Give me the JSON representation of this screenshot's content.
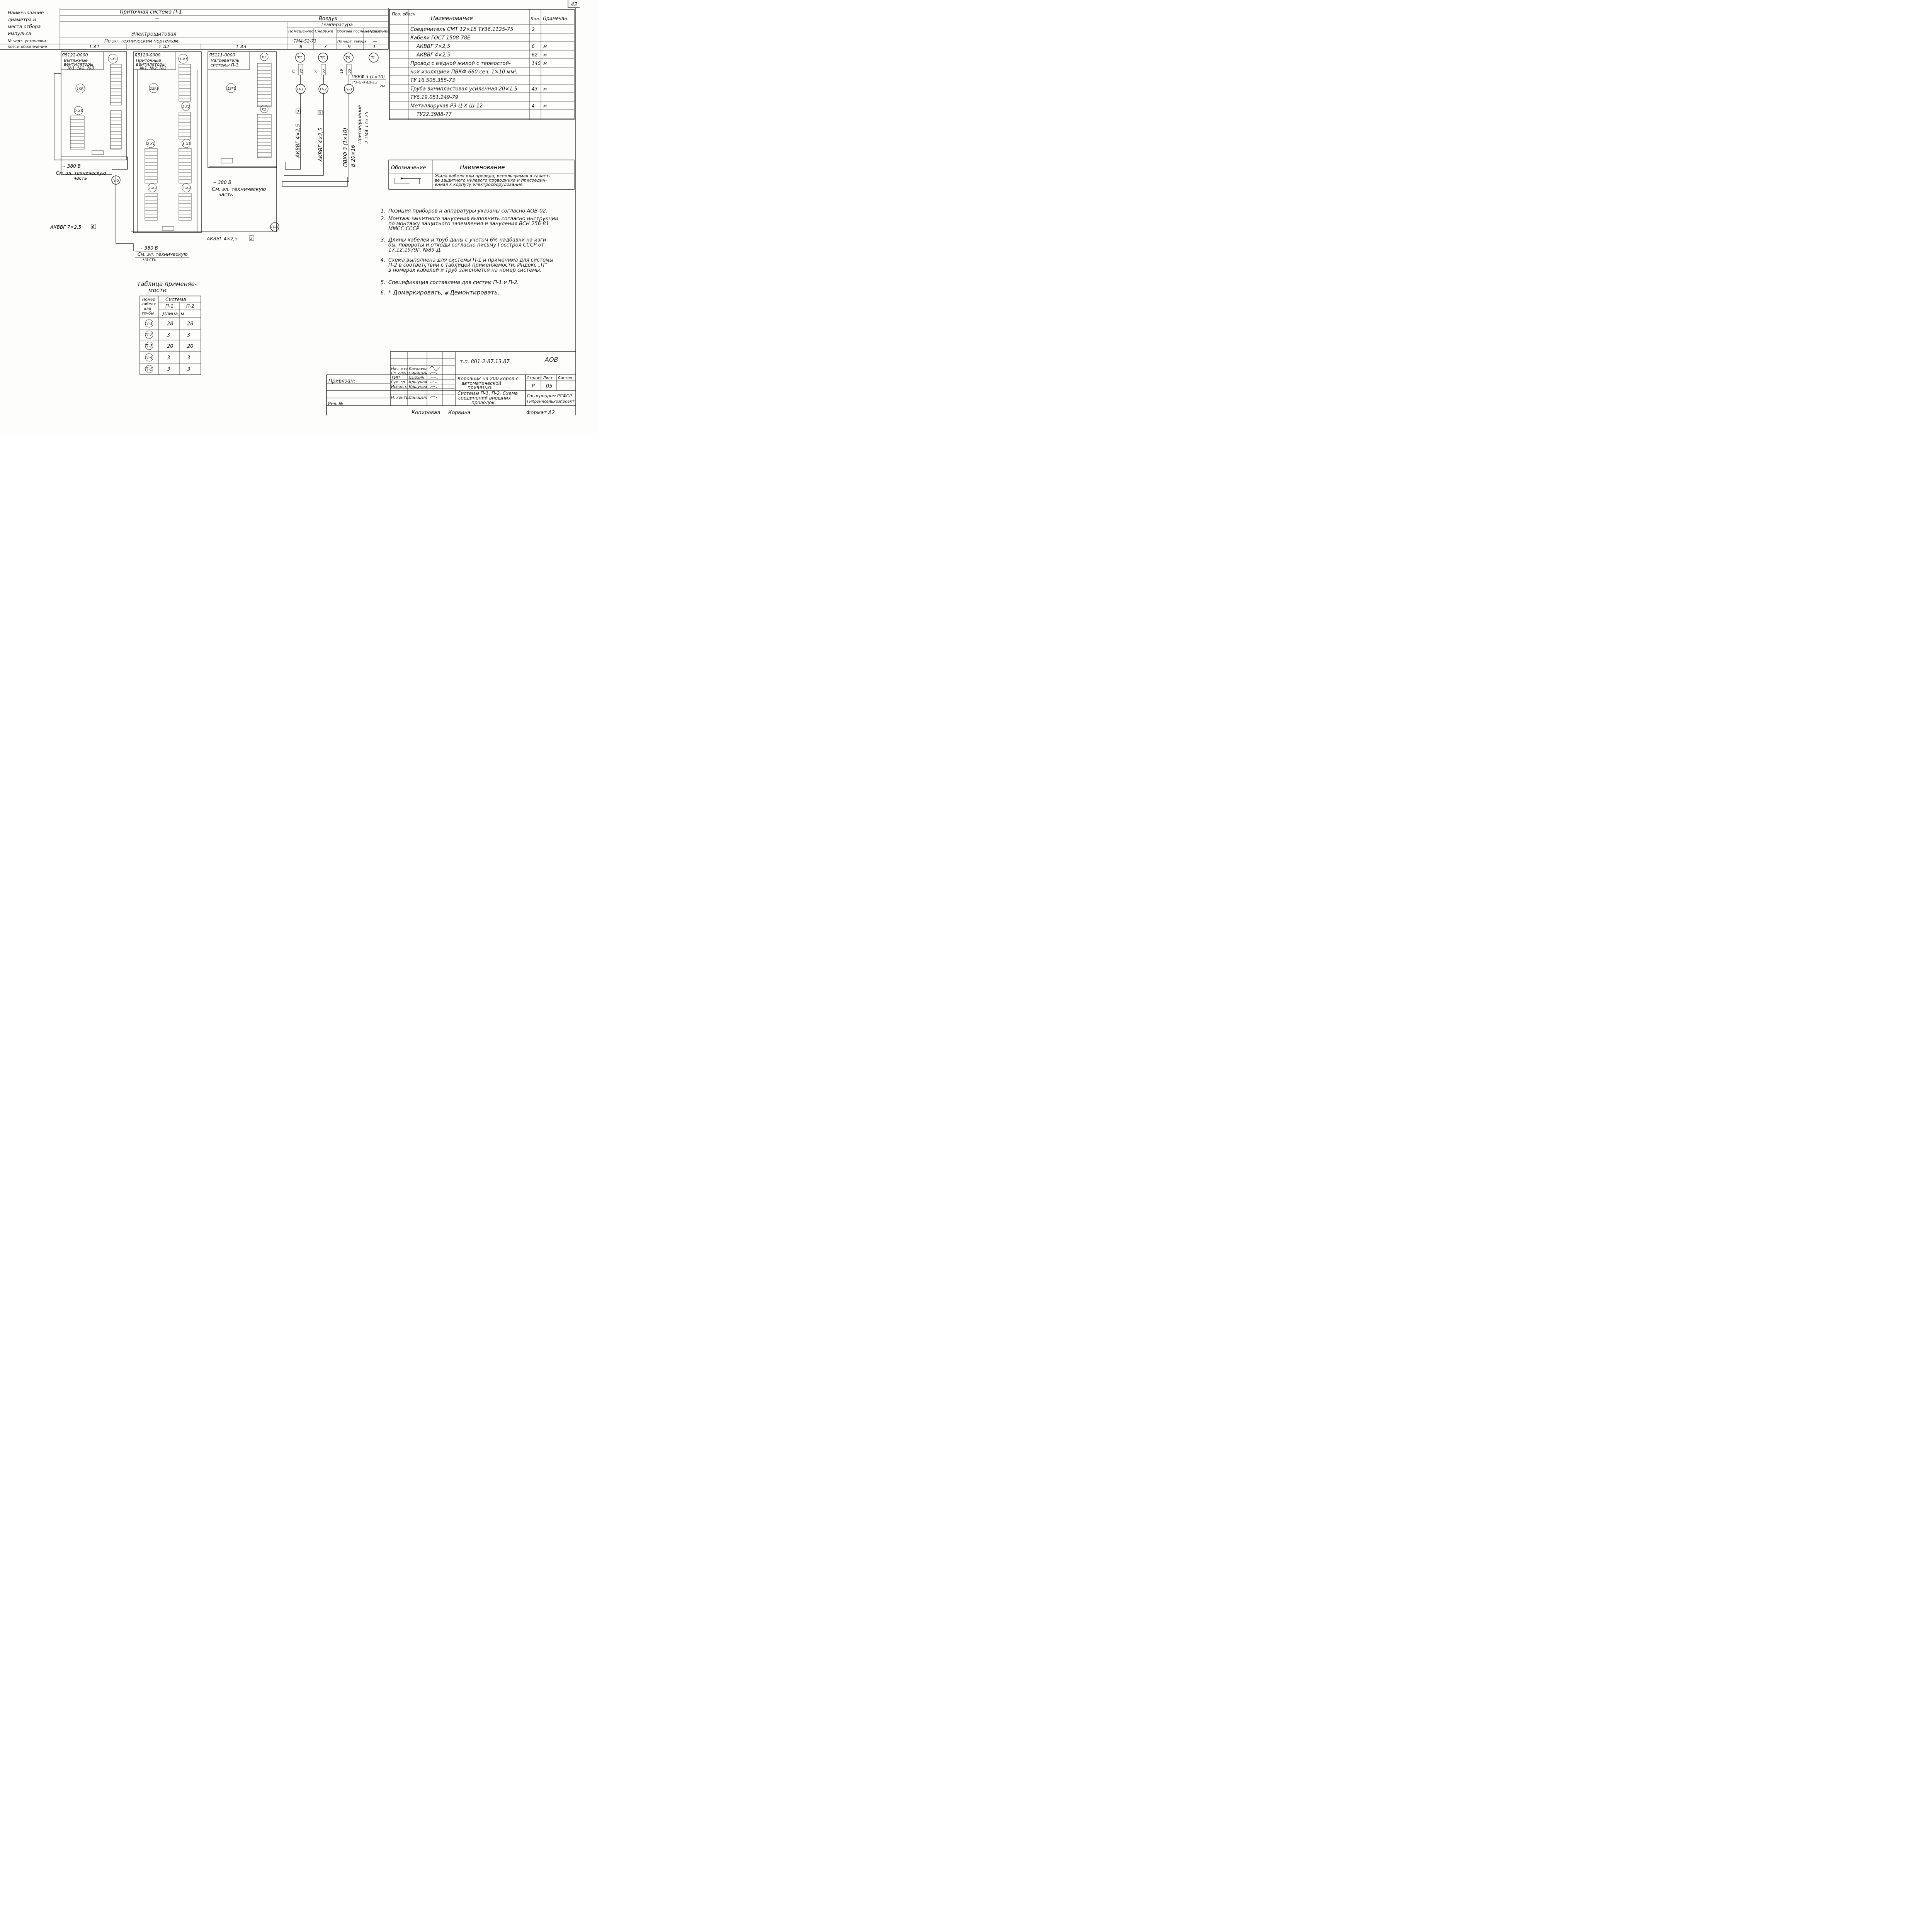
{
  "page_number": "42",
  "header": {
    "left_labels": [
      "Наименование",
      "диаметра и",
      "места отбора",
      "импульса",
      "№ черт. установки",
      "поз. и обозначение"
    ],
    "system": "Приточная система П-1",
    "dash1": "—",
    "dash2": "—",
    "air": "Воздух",
    "temperature": "Температура",
    "cols": [
      "Помеще-ние",
      "Снаружи",
      "Обогрев после нагреват.",
      "Помеще-ние"
    ],
    "electrical": "Электрощитовая",
    "by_drawings": "По эл. техническим чертежам",
    "tm": "ТМ4-52-73",
    "by_drawing_short": "По черт. завода",
    "dash3": "—",
    "positions": [
      "1-А1",
      "1-А2",
      "1-А3",
      "8",
      "7",
      "9",
      "1"
    ]
  },
  "spec_table": {
    "headers": [
      "Поз. обозн.",
      "Наименование",
      "Кол.",
      "Примечан."
    ],
    "rows": [
      {
        "name": "Соединитель СМТ 12×15 ТУ36.1125-75",
        "qty": "2",
        "note": ""
      },
      {
        "name": "Кабели ГОСТ 1508-78Е",
        "qty": "",
        "note": ""
      },
      {
        "name": "АКВВГ 7×2,5",
        "qty": "6",
        "note": "м"
      },
      {
        "name": "АКВВГ 4×2,5",
        "qty": "62",
        "note": "м"
      },
      {
        "name": "Провод с медной жилой с термостой-",
        "qty": "140",
        "note": "м"
      },
      {
        "name": "кой изоляцией ПВКФ-660 сеч. 1×10 мм²,",
        "qty": "",
        "note": ""
      },
      {
        "name": "ТУ 16.505.355-73",
        "qty": "",
        "note": ""
      },
      {
        "name": "Труба винипластовая усиленная 20×1,5",
        "qty": "43",
        "note": "м"
      },
      {
        "name": "ТУ6.19.051.249-79",
        "qty": "",
        "note": ""
      },
      {
        "name": "Металлорукав РЗ-Ц-Х-Ш-12",
        "qty": "4",
        "note": "м"
      },
      {
        "name": "ТУ22.3988-77",
        "qty": "",
        "note": ""
      }
    ]
  },
  "legend": {
    "col1": "Обозначение",
    "col2": "Наименование",
    "desc": [
      "Жила кабеля или провода, используемая в качест-",
      "ве защитного нулевого проводника и присоедин-",
      "енная к корпусу электрооборудования."
    ]
  },
  "notes": [
    {
      "num": "1.",
      "lines": [
        "Позиция приборов и аппаратуры указаны согласно АОВ-02."
      ]
    },
    {
      "num": "2.",
      "lines": [
        "Монтаж защитного зануления выполнить согласно инструкции",
        "по монтажу защитного заземления и зануления ВСН 256-81",
        "ММСС СССР."
      ]
    },
    {
      "num": "3.",
      "lines": [
        "Длины кабелей и труб даны с учетом 6% надбавки на изги-",
        "бы, повороты и отходы согласно письму Госстроя СССР от",
        "17.12.1979г. №89-Д."
      ]
    },
    {
      "num": "4.",
      "lines": [
        "Схема выполнена для системы П-1 и применима для системы",
        "П-2 в соответствии с таблицей применяемости. Индекс „П”",
        "в номерах кабелей и труб заменяется на номер системы."
      ]
    },
    {
      "num": "5.",
      "lines": [
        "Спецификация составлена для систем П-1 и П-2."
      ]
    },
    {
      "num": "6.",
      "lines": [
        "* Домаркировать, ⧣ Демонтировать."
      ]
    }
  ],
  "panels": [
    {
      "code": "Я5122-0000",
      "lines": [
        "Вытяжные",
        "вентиляторы",
        "№1, №2, №3"
      ],
      "term": "1-Х1",
      "term2": "2-Х1",
      "fuse": "1SF1"
    },
    {
      "code": "Я5129-0000",
      "lines": [
        "Приточные",
        "вентиляторы",
        "№1, №2, №3"
      ],
      "term": "1-Х1",
      "term2": "1-Х2",
      "term3": "2-Х1",
      "term4": "2-Х2",
      "term5": "3-Х1",
      "term6": "3-Х2",
      "fuse": "1SF1"
    },
    {
      "code": "Я5111-0000",
      "lines": [
        "Нагреватель",
        "системы П-1"
      ],
      "term": "X1",
      "term2": "X2",
      "fuse": "1SF1"
    }
  ],
  "sensors": [
    {
      "label": "TC",
      "cable": "П-1",
      "w1": "21",
      "w2": "22",
      "cab_text": "АКВВГ 4×2,5",
      "tag": "3"
    },
    {
      "label": "TC",
      "cable": "П-2",
      "w1": "21",
      "w2": "22",
      "cab_text": "АКВВГ 4×2,5",
      "tag": "3"
    },
    {
      "label": "TS",
      "cable": "П-3",
      "w1": "19",
      "w2": "20",
      "cab_text": "ПВКФ 3 (1×10)",
      "pipe": "В 20×16"
    },
    {
      "label": "TI"
    }
  ],
  "pvkf_label": [
    "ПВКФ 3 (1×10)",
    "РЗ-Ц-Х-Ш-12",
    "2м"
  ],
  "attachment": [
    "Присоединение",
    "2 ТМ4-175-75"
  ],
  "cable_labels": {
    "p5": "П-5",
    "p4": "П-4",
    "akvvg7": "АКВВГ 7×2,5",
    "tag6": "6",
    "akvvg4": "АКВВГ 4×2,5",
    "tag2": "2",
    "v380_1": "~ 380 В",
    "see1": "См. эл. техническую",
    "part1": "часть",
    "v380_2": "~ 380 В",
    "see2": "См. эл. техническую",
    "part2": "часть",
    "v380_3": "~ 380 В",
    "see3": "См. эл. техническую",
    "part3": "часть"
  },
  "applicability": {
    "title1": "Таблица применяе-",
    "title2": "мости",
    "h_cable": [
      "Номер",
      "кабеля",
      "или",
      "трубы"
    ],
    "h_system": "Система",
    "h_p1": "П-1",
    "h_p2": "П-2",
    "h_len": "Длина, м",
    "rows": [
      {
        "id": "П-1",
        "p1": "28",
        "p2": "28"
      },
      {
        "id": "П-2",
        "p1": "3",
        "p2": "3"
      },
      {
        "id": "П-3",
        "p1": "20",
        "p2": "20"
      },
      {
        "id": "П-4",
        "p1": "3",
        "p2": "3"
      },
      {
        "id": "П-5",
        "p1": "3",
        "p2": "3"
      }
    ]
  },
  "title_block": {
    "doc_code": "т.п. 801-2-87.13.87",
    "mark": "АОВ",
    "bound": "Привязан:",
    "inv": "Инв. №",
    "roles": [
      "Нач. отд.",
      "Гл. спец.",
      "ГИП",
      "Рук. гр.",
      "Исполн.",
      "Н. контр."
    ],
    "names": [
      "Басхахов",
      "Синицын",
      "Сырхин",
      "Кршунов",
      "Кршунов",
      "Синицын"
    ],
    "project": [
      "Коровник на 200 коров с",
      "автоматической",
      "привязью."
    ],
    "sheet_title": [
      "Системы П-1, П-2. Схема",
      "соединений внешних",
      "проводок."
    ],
    "stage_h": "Стадия",
    "sheet_h": "Лист",
    "sheets_h": "Листов",
    "stage": "Р",
    "sheet": "05",
    "org1": "Госагропром РСФСР",
    "org2": "Гипронисельхозпроект",
    "copied": "Копировал",
    "copied_by": "Корвина",
    "format": "Формат А2"
  }
}
